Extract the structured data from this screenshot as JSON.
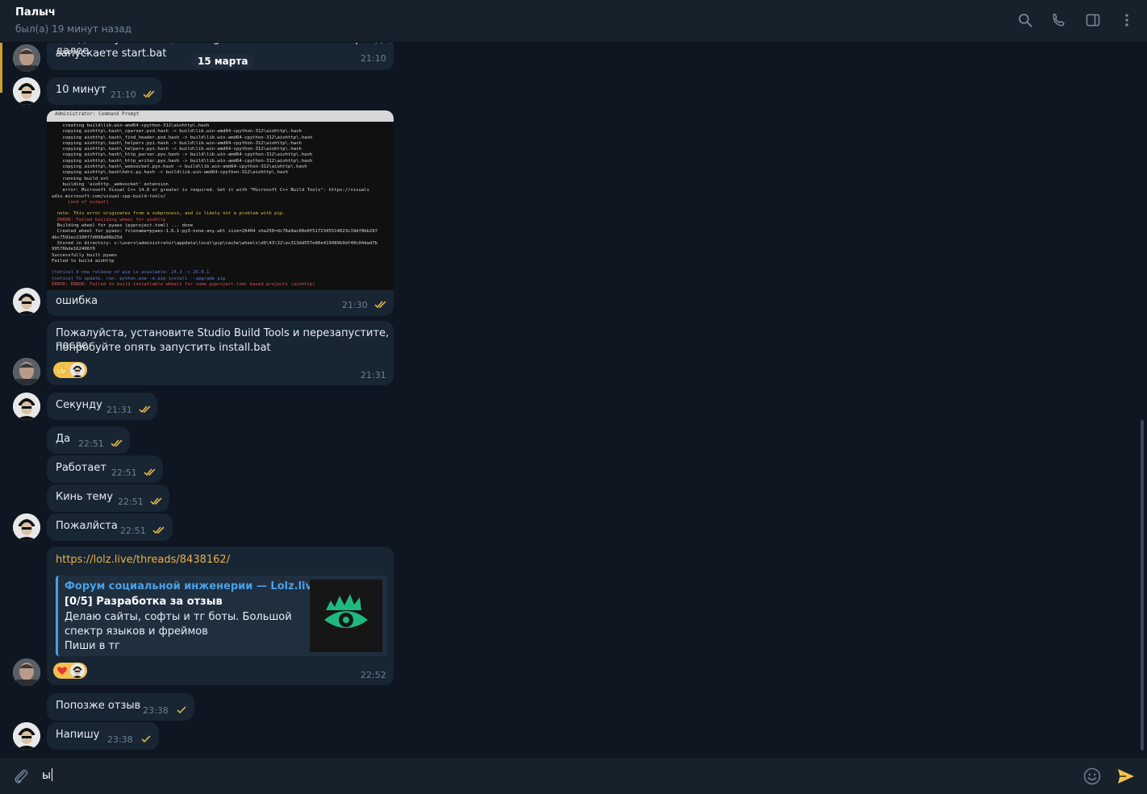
{
  "header": {
    "title": "Палыч",
    "status": "был(а) 19 минут назад"
  },
  "messages": [
    {
      "text1": "ожидаете установки, в config.ini меняете токен и юзерайди, далее",
      "text2": "запускаете start.bat",
      "time": "21:10"
    },
    {
      "text": "10 минут",
      "time": "21:10"
    },
    {
      "text": "ошибка",
      "time": "21:30"
    },
    {
      "text1": "Пожалуйста, установите Studio Build Tools и перезапустите, после",
      "text2": "попробуйте опять запустить install.bat",
      "time": "21:31"
    },
    {
      "text": "Секунду",
      "time": "21:31"
    },
    {
      "text": "Да",
      "time": "22:51"
    },
    {
      "text": "Работает",
      "time": "22:51"
    },
    {
      "text": "Кинь тему",
      "time": "22:51"
    },
    {
      "text": "Пожалйста",
      "time": "22:51"
    },
    {
      "text": "Попозже отзыв",
      "time": "23:38"
    },
    {
      "text": "Напишу",
      "time": "23:38"
    }
  ],
  "date_separator": "15 марта",
  "link_message": {
    "url": "https://lolz.live/threads/8438162/",
    "site": "Форум социальной инженерии — Lolz.live...",
    "title": "[0/5] Разработка за отзыв",
    "desc1": "Делаю сайты, софты и тг боты. Большой",
    "desc2": "спектр языков и фреймов",
    "desc3": "Пиши в тг",
    "time": "22:52"
  },
  "screenshot_console": {
    "window_title": "Administrator: Command Prompt",
    "lines": [
      "    creating build\\lib.win-amd64-cpython-312\\aiohttp\\.hash",
      "    copying aiohttp\\.hash\\_cparser.pxd.hash -> build\\lib.win-amd64-cpython-312\\aiohttp\\.hash",
      "    copying aiohttp\\.hash\\_find_header.pxd.hash -> build\\lib.win-amd64-cpython-312\\aiohttp\\.hash",
      "    copying aiohttp\\.hash\\_helpers.pyi.hash -> build\\lib.win-amd64-cpython-312\\aiohttp\\.hash",
      "    copying aiohttp\\.hash\\_helpers.pyx.hash -> build\\lib.win-amd64-cpython-312\\aiohttp\\.hash",
      "    copying aiohttp\\.hash\\_http_parser.pyx.hash -> build\\lib.win-amd64-cpython-312\\aiohttp\\.hash",
      "    copying aiohttp\\.hash\\_http_writer.pyx.hash -> build\\lib.win-amd64-cpython-312\\aiohttp\\.hash",
      "    copying aiohttp\\.hash\\_websocket.pyx.hash -> build\\lib.win-amd64-cpython-312\\aiohttp\\.hash",
      "    copying aiohttp\\.hash\\hdrs.py.hash -> build\\lib.win-amd64-cpython-312\\aiohttp\\.hash",
      "    running build_ext",
      "    building 'aiohttp._websocket' extension",
      "    error: Microsoft Visual C++ 14.0 or greater is required. Get it with \"Microsoft C++ Build Tools\": https://visuals",
      "udio.microsoft.com/visual-cpp-build-tools/"
    ],
    "end_output": "      [end of output]",
    "note": "  note: This error originates from a subprocess, and is likely not a problem with pip.",
    "error1": "  ERROR: Failed building wheel for aiohttp",
    "tail": [
      "  Building wheel for pyaes (pyproject.toml) ... done",
      "  Created wheel for pyaes: filename=pyaes-1.6.1-py3-none-any.whl size=26404 sha256=dc76a9ac60e0f5172345514023c19df0bb297",
      "dbc7592ec2100f7d098a06b25d",
      "  Stored in directory: c:\\users\\administrator\\appdata\\local\\pip\\cache\\wheels\\d9\\43\\32\\ec313dd557e80e419489b9df40c04dad7b",
      "99576bde162406f0",
      "Successfully built pyaes",
      "Failed to build aiohttp"
    ],
    "notice1": "[notice] A new release of pip is available: 24.3 -> 25.0.1",
    "notice2": "[notice] To update, run: python.exe -m pip install --upgrade pip",
    "error2": "ERROR: ERROR: Failed to build installable wheels for some pyproject.toml based projects (aiohttp)"
  },
  "composer": {
    "text": "ы"
  },
  "icons": {
    "header": [
      "search-icon",
      "phone-icon",
      "sidebar-toggle-icon",
      "more-vertical-icon"
    ],
    "composer": [
      "attach-icon",
      "emoji-icon",
      "send-icon"
    ]
  },
  "colors": {
    "background": "#0e1621",
    "bubble": "#182533",
    "accent": "#4aa0e6",
    "link": "#e8b04a",
    "read_check": "#f2c14e"
  }
}
